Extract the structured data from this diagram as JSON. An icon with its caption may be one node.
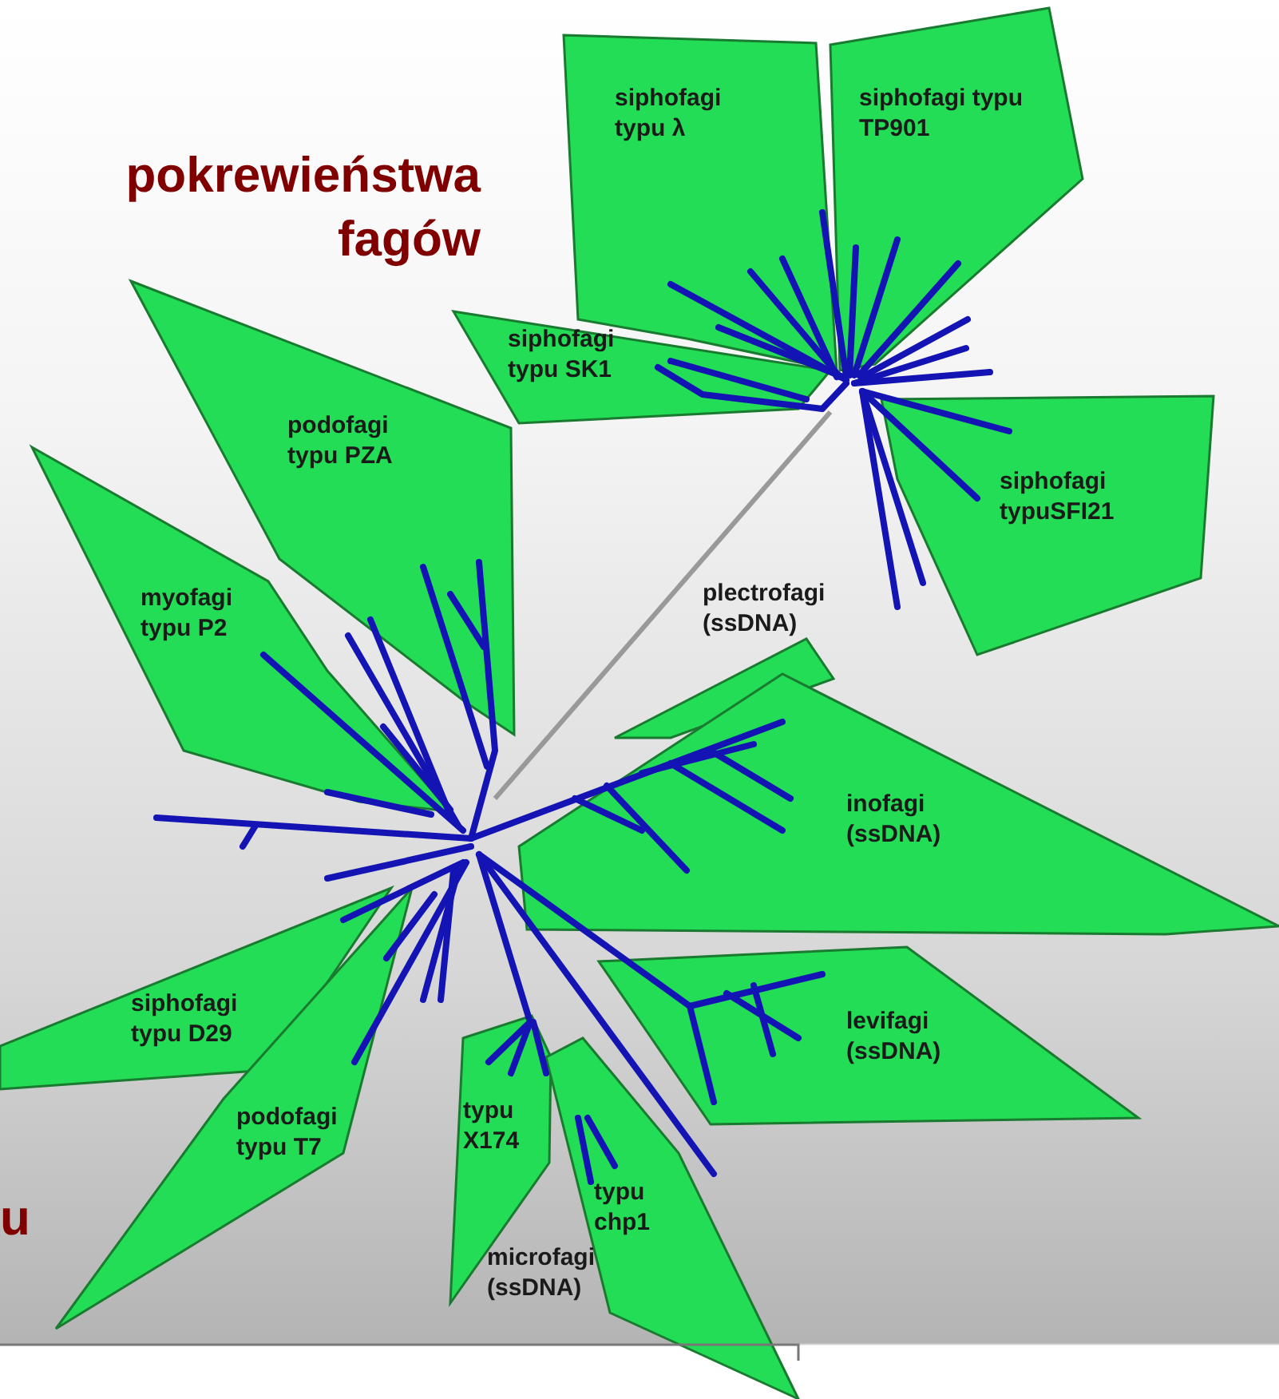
{
  "diagram": {
    "title": "pokrewieństwa fagów",
    "nodes": [
      {
        "text": [
          "siphofagi typu λ"
        ]
      },
      {
        "text": [
          "siphofagi typu TP901"
        ]
      },
      {
        "text": [
          "siphofagi typu SK1"
        ]
      },
      {
        "text": [
          "siphofagi typuSFI21"
        ]
      },
      {
        "text": [
          "podofagi typu PZA"
        ]
      },
      {
        "text": [
          "myofagi typu P2"
        ]
      },
      {
        "text": [
          "plectrofagi (ssDNA)"
        ]
      },
      {
        "text": [
          "inofagi (ssDNA)"
        ]
      },
      {
        "text": [
          "levifagi (ssDNA)"
        ]
      },
      {
        "text": [
          "siphofagi typu D29"
        ]
      },
      {
        "text": [
          "podofagi typu T7"
        ]
      },
      {
        "text": [
          "typu X174"
        ]
      },
      {
        "text": [
          "typu chp1"
        ]
      }
    ],
    "labels": [
      "microfagi (ssDNA)",
      "u"
    ]
  }
}
